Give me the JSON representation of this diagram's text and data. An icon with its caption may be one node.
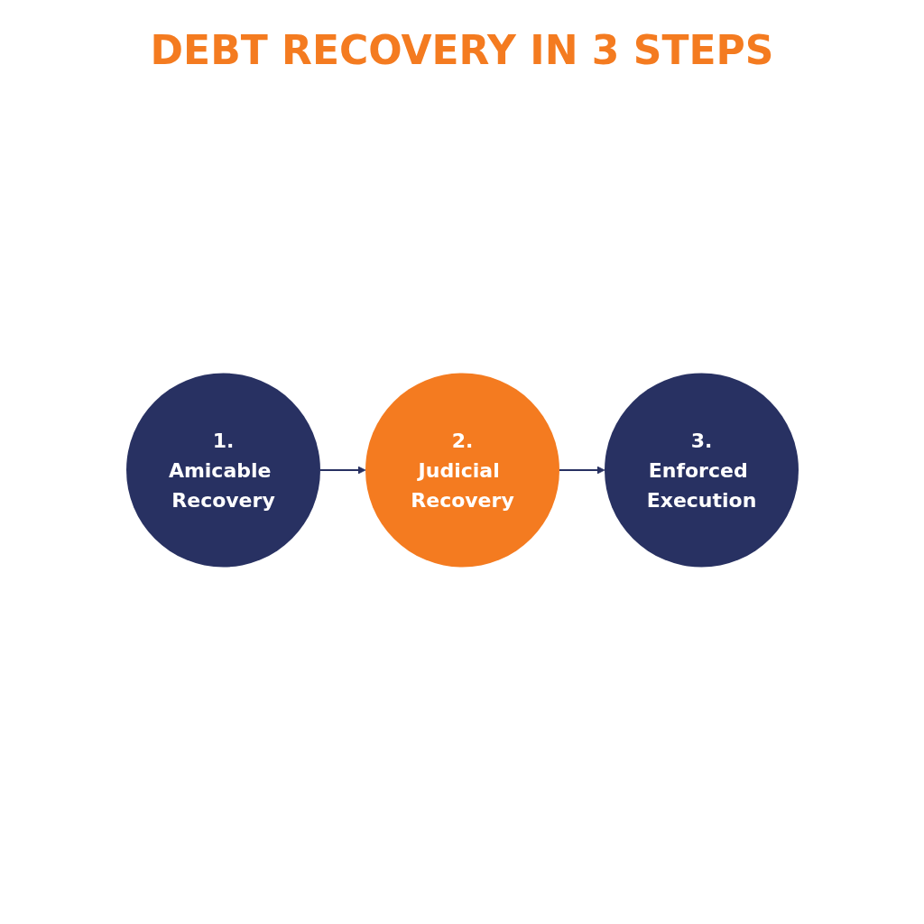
{
  "diagram": {
    "title": "DEBT RECOVERY IN 3 STEPS",
    "nodes": [
      {
        "text": [
          "1.",
          "Amicable Recovery"
        ]
      },
      {
        "text": [
          "2.",
          "Judicial Recovery"
        ]
      },
      {
        "text": [
          "3.",
          "Enforced Execution"
        ]
      }
    ],
    "edges": [
      {
        "from": 0,
        "to": 1,
        "arrow": "to"
      },
      {
        "from": 1,
        "to": 2,
        "arrow": "to"
      }
    ]
  }
}
